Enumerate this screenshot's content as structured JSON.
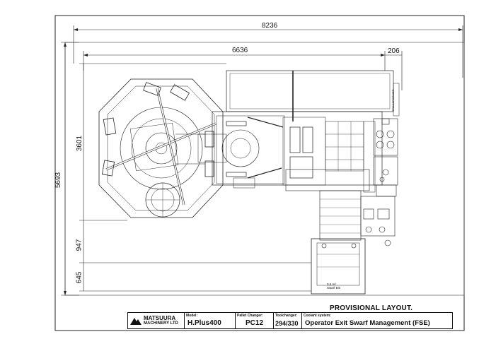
{
  "dimensions": {
    "overall_width": "8236",
    "machine_width": "6636",
    "offset_right": "206",
    "overall_height": "5693",
    "machine_height": "3601",
    "lower_offset": "947",
    "bottom_offset": "645"
  },
  "notes": {
    "provisional": "PROVISIONAL LAYOUT.",
    "bin_label_line1": "0,5 m³",
    "bin_label_line2": "Swarf Bin",
    "transformer_label": "TRANSFORMER"
  },
  "title_block": {
    "company_name": "MATSUURA",
    "company_sub": "MACHINERY LTD",
    "model_label": "Model:",
    "model_value": "H.Plus400",
    "pallet_label": "Pallet Changer:",
    "pallet_value": "PC12",
    "toolchanger_label": "Toolchanger:",
    "toolchanger_value": "294/330",
    "coolant_label": "Coolant system:",
    "coolant_value": "Operator Exit Swarf Management (FSE)"
  }
}
